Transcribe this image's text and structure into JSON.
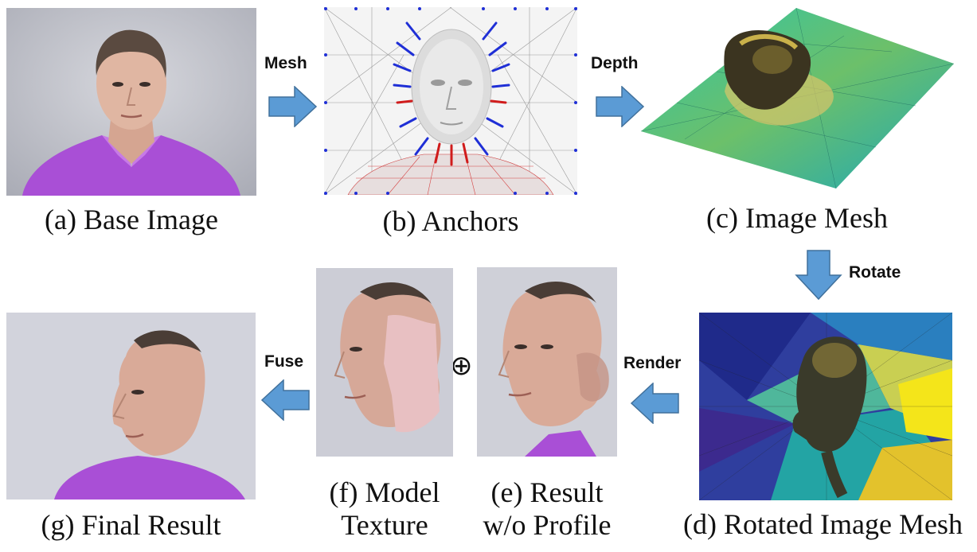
{
  "panels": {
    "a": {
      "caption": "(a) Base Image"
    },
    "b": {
      "caption": "(b) Anchors"
    },
    "c": {
      "caption": "(c) Image Mesh"
    },
    "d": {
      "caption": "(d) Rotated Image Mesh"
    },
    "e": {
      "caption_line1": "(e) Result",
      "caption_line2": "w/o Profile"
    },
    "f": {
      "caption_line1": "(f) Model",
      "caption_line2": "Texture"
    },
    "g": {
      "caption": "(g) Final Result"
    }
  },
  "arrows": {
    "mesh": "Mesh",
    "depth": "Depth",
    "rotate": "Rotate",
    "render": "Render",
    "fuse": "Fuse"
  },
  "operator": "⊕",
  "colors": {
    "arrow_fill": "#5b9bd5",
    "arrow_stroke": "#41719c",
    "shirt": "#a94fd6",
    "background_gray": "#c9cad3",
    "anchor_blue": "#1f2fd6",
    "anchor_red": "#d01c1c"
  }
}
